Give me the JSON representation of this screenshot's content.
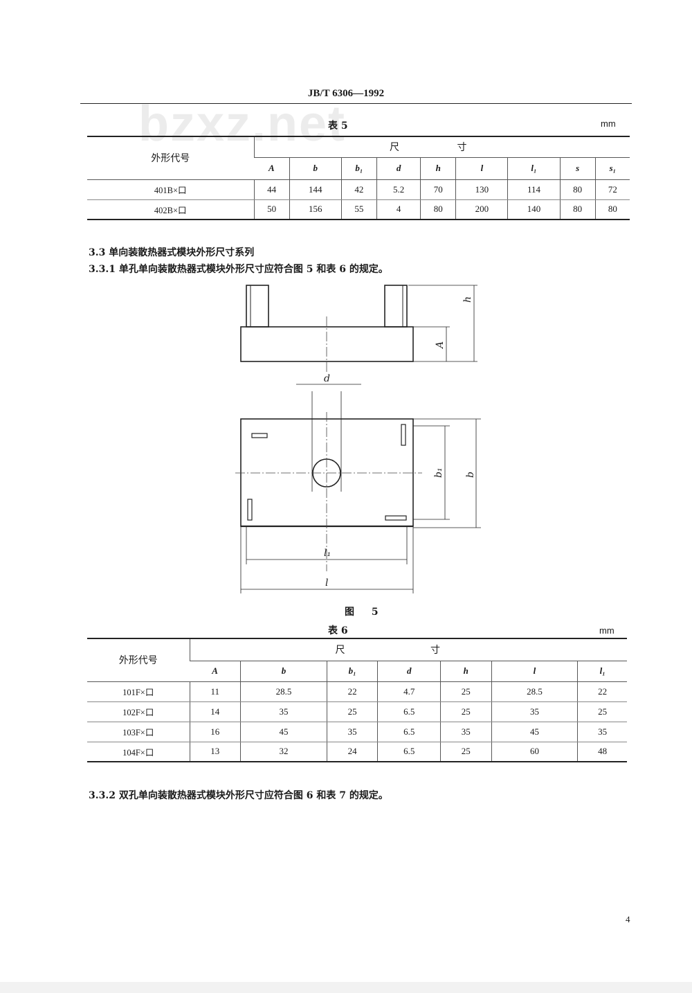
{
  "header": {
    "code": "JB/T 6306—1992"
  },
  "watermark": "bzxz.net",
  "table5": {
    "caption": "表 5",
    "unit": "mm",
    "row_header": "外形代号",
    "group_header": "尺 寸",
    "columns": [
      "A",
      "b",
      "b₁",
      "d",
      "h",
      "l",
      "l₁",
      "s",
      "s₁"
    ],
    "rows": [
      {
        "label": "401B×口",
        "values": [
          "44",
          "144",
          "42",
          "5.2",
          "70",
          "130",
          "114",
          "80",
          "72"
        ]
      },
      {
        "label": "402B×口",
        "values": [
          "50",
          "156",
          "55",
          "4",
          "80",
          "200",
          "140",
          "80",
          "80"
        ]
      }
    ]
  },
  "section_3_3": "3.3   单向装散热器式模块外形尺寸系列",
  "section_3_3_1": "3.3.1   单孔单向装散热器式模块外形尺寸应符合图 5 和表 6 的规定。",
  "figure5": {
    "labels": {
      "h": "h",
      "A": "A",
      "d": "d",
      "b1": "b₁",
      "b": "b",
      "l1": "l₁",
      "l": "l"
    },
    "caption": "图 5"
  },
  "table6": {
    "caption": "表 6",
    "unit": "mm",
    "row_header": "外形代号",
    "group_header": "尺 寸",
    "columns": [
      "A",
      "b",
      "b₁",
      "d",
      "h",
      "l",
      "l₁"
    ],
    "rows": [
      {
        "label": "101F×口",
        "values": [
          "11",
          "28.5",
          "22",
          "4.7",
          "25",
          "28.5",
          "22"
        ]
      },
      {
        "label": "102F×口",
        "values": [
          "14",
          "35",
          "25",
          "6.5",
          "25",
          "35",
          "25"
        ]
      },
      {
        "label": "103F×口",
        "values": [
          "16",
          "45",
          "35",
          "6.5",
          "35",
          "45",
          "35"
        ]
      },
      {
        "label": "104F×口",
        "values": [
          "13",
          "32",
          "24",
          "6.5",
          "25",
          "60",
          "48"
        ]
      }
    ]
  },
  "section_3_3_2": "3.3.2   双孔单向装散热器式模块外形尺寸应符合图 6 和表 7 的规定。",
  "page_number": "4"
}
